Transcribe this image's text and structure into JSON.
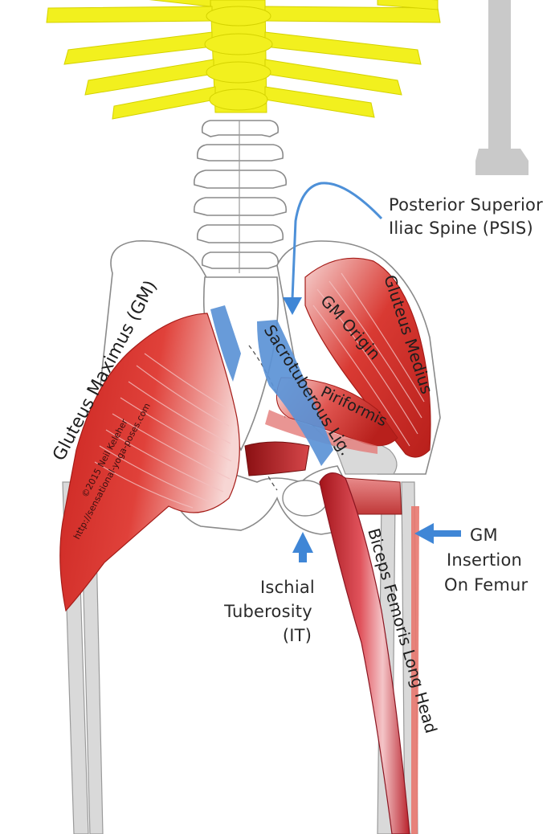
{
  "labels": {
    "psis_line1": "Posterior Superior",
    "psis_line2": "Iliac Spine (PSIS)",
    "gluteus_maximus": "Gluteus Maximus (GM)",
    "gm_origin": "GM Origin",
    "gluteus_medius": "Gluteus Medius",
    "sacrotuberous_lig": "Sacrotuberous Lig.",
    "piriformis": "Piriformis",
    "biceps_femoris": "Biceps Femoris Long Head",
    "ischial_line1": "Ischial",
    "ischial_line2": "Tuberosity",
    "ischial_line3": "(IT)",
    "gm_insertion_line1": "GM",
    "gm_insertion_line2": "Insertion",
    "gm_insertion_line3": "On Femur"
  },
  "credit": {
    "line1": "©2015 Neil Keleher",
    "line2": "http://sensational-yoga-poses.com"
  },
  "colors": {
    "muscle_red": "#d9342b",
    "muscle_dark": "#a01818",
    "ligament_blue": "#5b93d6",
    "arrow_blue": "#3f86d6",
    "nerve_yellow": "#f2f01e",
    "bone_outline": "#8a8a8a"
  }
}
